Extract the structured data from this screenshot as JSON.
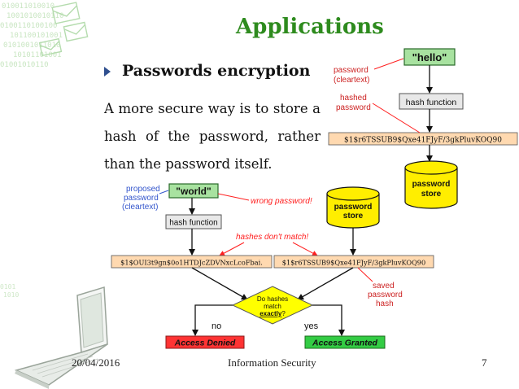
{
  "slide": {
    "title": "Applications",
    "bullet": "Passwords encryption",
    "body": "A more secure way is to store a hash of the password, rather than the password itself."
  },
  "diagram": {
    "hello_value": "\"hello\"",
    "label_password_cleartext_1": "password",
    "label_password_cleartext_2": "(cleartext)",
    "label_hashed_1": "hashed",
    "label_hashed_2": "password",
    "hash_function_top": "hash function",
    "hash_top": "$1$r6TSSUB9$Qxe41FJyF/3gkPluvKOQ90",
    "store_top_1": "password",
    "store_top_2": "store",
    "label_proposed_1": "proposed",
    "label_proposed_2": "password",
    "label_proposed_3": "(cleartext)",
    "world_value": "\"world\"",
    "wrong_password": "wrong password!",
    "hash_function_left": "hash function",
    "store_mid_1": "password",
    "store_mid_2": "store",
    "hashes_dont_match": "hashes don't match!",
    "hash_left": "$1$OUI3t9gn$0o1HTDJcZDVNxcLcoFbai.",
    "hash_right": "$1$r6TSSUB9$Qxe41FJyF/3gkPluvKOQ90",
    "label_saved_1": "saved",
    "label_saved_2": "password",
    "label_saved_3": "hash",
    "decision_1": "Do hashes",
    "decision_2": "match",
    "decision_3a": "exactly",
    "decision_3b": "?",
    "no_label": "no",
    "yes_label": "yes",
    "access_denied": "Access Denied",
    "access_granted": "Access Granted"
  },
  "footer": {
    "date": "20/04/2016",
    "center": "Information Security",
    "page": "7"
  },
  "colors": {
    "title_green": "#2e8b1e",
    "cylinder_yellow": "#ffee00",
    "hello_green": "#a8e2a0",
    "world_green": "#a8e2a0",
    "hash_box_orange": "#ffd9b0",
    "decision_yellow": "#ffff00",
    "denied_red": "#ff3333",
    "granted_green": "#33cc44",
    "annotation_red": "#ff2020",
    "annotation_blue": "#3355cc"
  }
}
